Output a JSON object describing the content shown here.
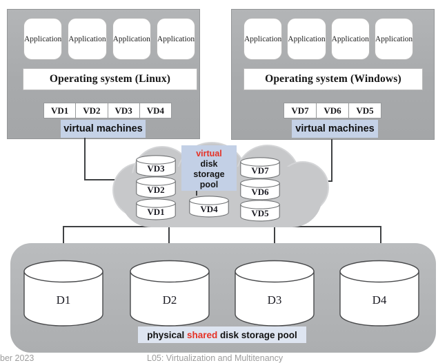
{
  "colors": {
    "vm_box_gray": "#a8aaac",
    "pool_gray": "#b2b4b6",
    "cloud_gray": "#c7c8ca",
    "caption_blue": "#c5d2e7",
    "pool_label_blue": "#dee5f1",
    "accent_red": "#e53125",
    "line_dark": "#3f4143"
  },
  "left_vm": {
    "applications": [
      "Application",
      "Application",
      "Application",
      "Application"
    ],
    "os_label": "Operating system (Linux)",
    "vds": [
      "VD1",
      "VD2",
      "VD3",
      "VD4"
    ],
    "caption": "virtual machines"
  },
  "right_vm": {
    "applications": [
      "Application",
      "Application",
      "Application",
      "Application"
    ],
    "os_label": "Operating system (Windows)",
    "vds": [
      "VD7",
      "VD6",
      "VD5"
    ],
    "caption": "virtual machines"
  },
  "cloud": {
    "label": {
      "line1": "virtual",
      "line2": "disk",
      "line3": "storage",
      "line4": "pool"
    },
    "left_stack": [
      "VD3",
      "VD2",
      "VD1"
    ],
    "right_stack": [
      "VD7",
      "VD6",
      "VD5"
    ],
    "bottom_disk": "VD4"
  },
  "physical_pool": {
    "disks": [
      "D1",
      "D2",
      "D3",
      "D4"
    ],
    "caption": {
      "part1": "physical ",
      "part2": "shared",
      "part3": " disk storage pool"
    }
  },
  "footer": {
    "date": "ber 2023",
    "title": "L05: Virtualization and Multitenancy"
  }
}
